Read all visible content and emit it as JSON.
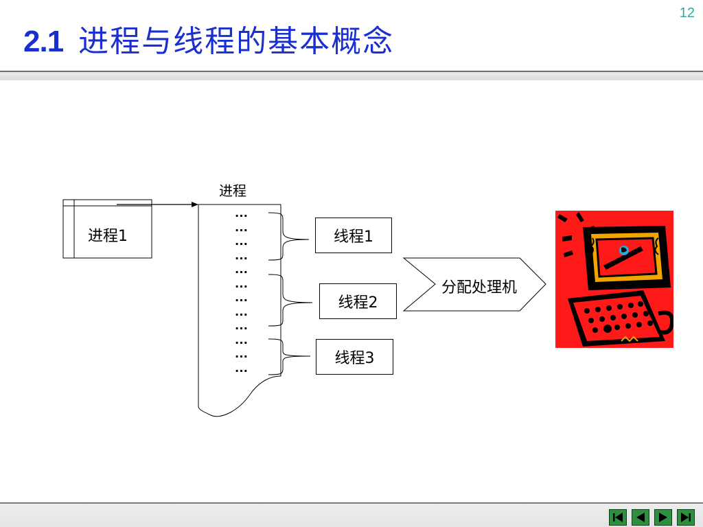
{
  "slide": {
    "number": "12",
    "title_number": "2.1",
    "title_text": "进程与线程的基本概念"
  },
  "diagram": {
    "process_box_label": "进程1",
    "process_column_label": "进程",
    "threads": [
      "线程1",
      "线程2",
      "线程3"
    ],
    "dispatch_label": "分配处理机",
    "dots": [
      "…",
      "…",
      "…",
      "…",
      "…",
      "…",
      "…",
      "…",
      "…",
      "…",
      "…",
      "…"
    ],
    "processor_icon": "laptop-computer-icon"
  },
  "navigation": {
    "buttons": [
      "first-icon",
      "previous-icon",
      "next-icon",
      "last-icon"
    ]
  },
  "colors": {
    "title": "#1a2fd0",
    "page_number": "#2ea8a0",
    "nav_button": "#2d8f3f",
    "clipart_bg": "#ff1a1a"
  }
}
